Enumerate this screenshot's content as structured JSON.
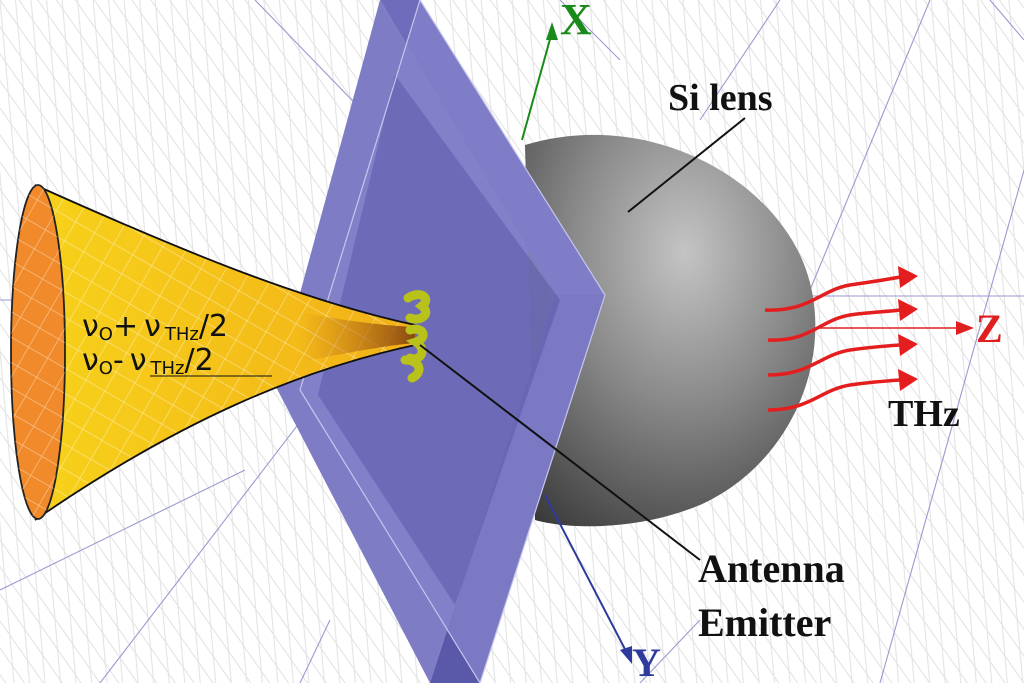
{
  "labels": {
    "axis_x": "X",
    "axis_y": "Y",
    "axis_z": "Z",
    "si_lens": "Si lens",
    "thz": "THz",
    "antenna_line1": "Antenna",
    "antenna_line2": "Emitter"
  },
  "beam_freq": {
    "upper": {
      "nu": "ν",
      "nu_sub": "O",
      "op": "+",
      "nu2": "ν",
      "sub2": "THz",
      "tail": "/2"
    },
    "lower": {
      "nu": "ν",
      "nu_sub": "O",
      "op": "-",
      "nu2": "ν",
      "sub2": "THz",
      "tail": "/2"
    }
  },
  "colors": {
    "x_axis": "#1a8a1a",
    "y_axis": "#2e3a9c",
    "z_axis": "#e02020",
    "substrate": "#7a78c2",
    "lens": "#6e6e6e",
    "beam": "#f5c418",
    "beam_face": "#f08a2a",
    "antenna": "#b8c21a"
  }
}
